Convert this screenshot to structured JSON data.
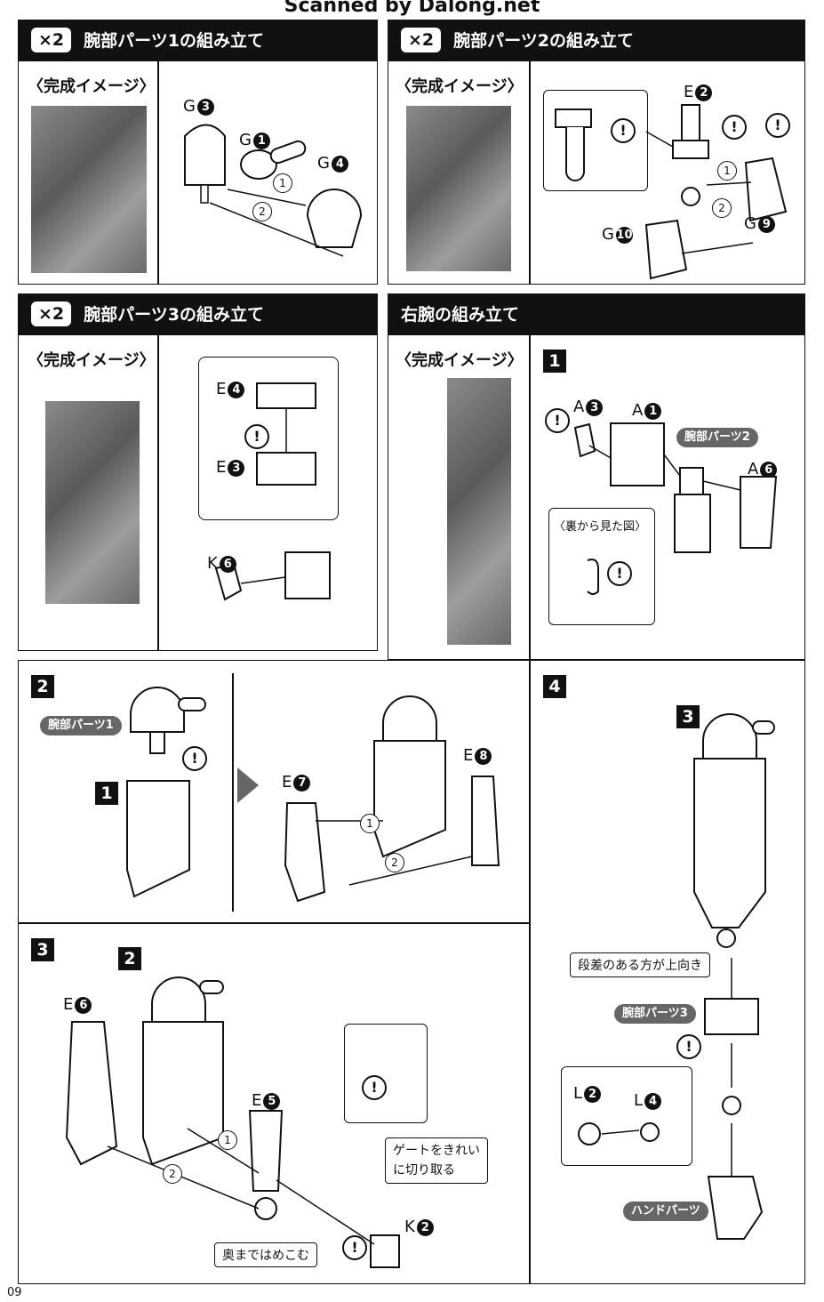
{
  "watermark": "Scanned by Dalong.net",
  "page_number": "09",
  "complete_image_label": "〈完成イメージ〉",
  "multiplier": "×2",
  "sections": {
    "arm1": {
      "title": "腕部パーツ1の組み立て",
      "parts": [
        "G",
        "G",
        "G"
      ],
      "nums": [
        "3",
        "1",
        "4"
      ],
      "steps": [
        "1",
        "2"
      ]
    },
    "arm2": {
      "title": "腕部パーツ2の組み立て",
      "parts": [
        "E",
        "G",
        "G"
      ],
      "nums": [
        "2",
        "10",
        "9"
      ],
      "steps": [
        "1",
        "2"
      ]
    },
    "arm3": {
      "title": "腕部パーツ3の組み立て",
      "parts": [
        "E",
        "E",
        "K"
      ],
      "nums": [
        "4",
        "3",
        "6"
      ]
    },
    "right_arm": {
      "title": "右腕の組み立て"
    }
  },
  "step1": {
    "num": "1",
    "parts": [
      "A",
      "A",
      "A"
    ],
    "nums": [
      "3",
      "1",
      "6"
    ],
    "pill": "腕部パーツ2",
    "back_view": "〈裏から見た図〉"
  },
  "step2": {
    "num": "2",
    "pill": "腕部パーツ1",
    "ref": "1",
    "parts": [
      "E",
      "E"
    ],
    "nums": [
      "7",
      "8"
    ],
    "steps": [
      "1",
      "2"
    ]
  },
  "step3": {
    "num": "3",
    "ref": "2",
    "parts": [
      "E",
      "E",
      "K"
    ],
    "nums": [
      "6",
      "5",
      "2"
    ],
    "steps": [
      "1",
      "2"
    ],
    "gate_note": "ゲートをきれい\nに切り取る",
    "push_note": "奥まではめこむ"
  },
  "step4": {
    "num": "4",
    "ref": "3",
    "step_note": "段差のある方が上向き",
    "pill_arm3": "腕部パーツ3",
    "parts": [
      "L",
      "L"
    ],
    "nums": [
      "2",
      "4"
    ],
    "pill_hand": "ハンドパーツ"
  },
  "warn_symbol": "!"
}
